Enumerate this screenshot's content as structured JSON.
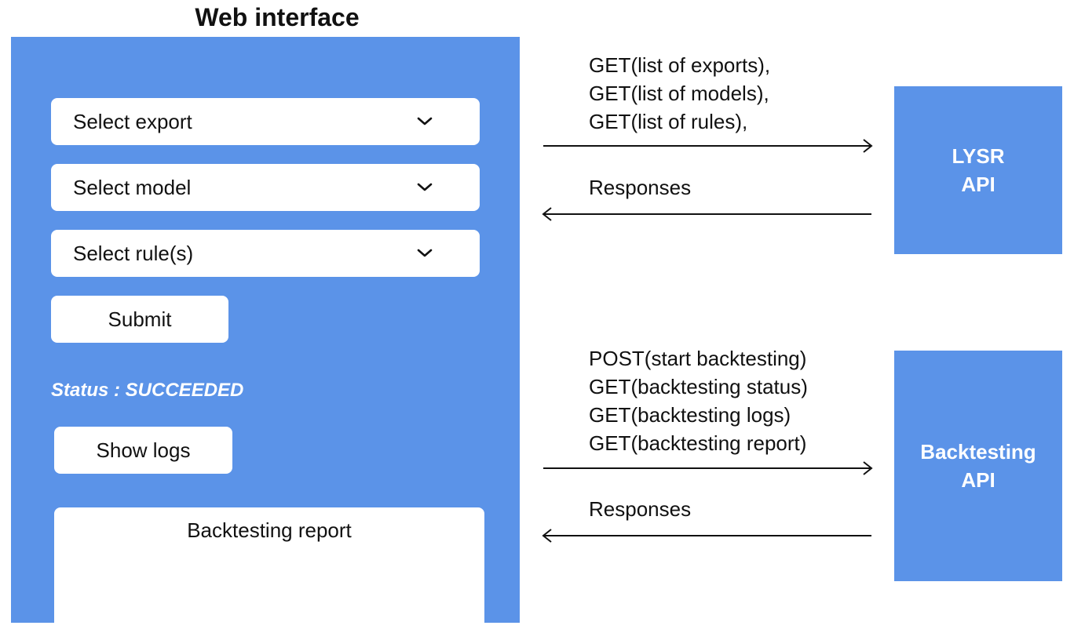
{
  "web_interface": {
    "title": "Web interface",
    "select_export": "Select export",
    "select_model": "Select model",
    "select_rules": "Select rule(s)",
    "submit_label": "Submit",
    "status_text": "Status : SUCCEEDED",
    "show_logs_label": "Show logs",
    "report_title": "Backtesting report"
  },
  "lysr": {
    "requests": [
      "GET(list of exports),",
      "GET(list of models),",
      "GET(list of rules),"
    ],
    "responses": "Responses",
    "api_name_line1": "LYSR",
    "api_name_line2": "API"
  },
  "backtesting": {
    "requests": [
      "POST(start backtesting)",
      "GET(backtesting status)",
      "GET(backtesting logs)",
      "GET(backtesting report)"
    ],
    "responses": "Responses",
    "api_name_line1": "Backtesting",
    "api_name_line2": "API"
  },
  "colors": {
    "panel_blue": "#5b93e8",
    "white": "#ffffff",
    "text": "#111111"
  },
  "icons": {
    "dropdown": "chevron-down-icon",
    "arrow_right": "arrow-right-icon",
    "arrow_left": "arrow-left-icon"
  }
}
